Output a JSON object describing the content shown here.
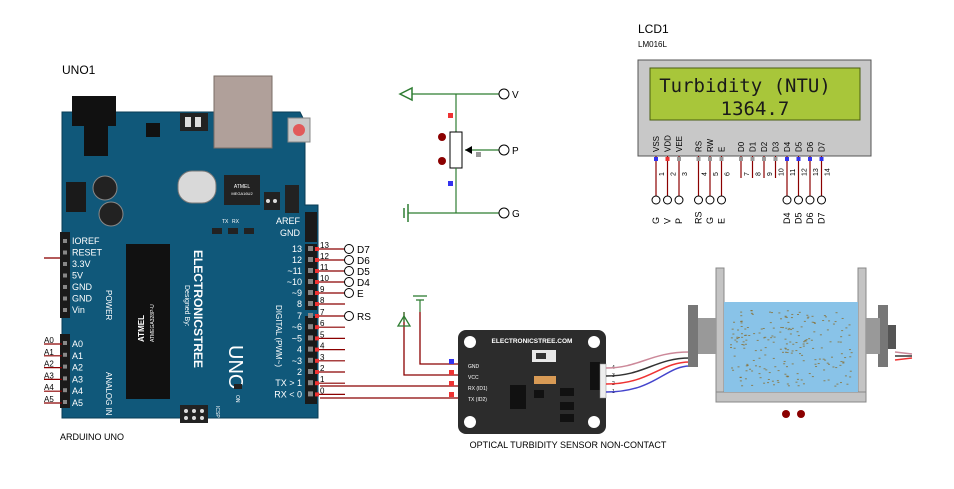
{
  "arduino": {
    "ref": "UNO1",
    "caption": "ARDUINO UNO",
    "designed_by": "Designed By:",
    "brand": "ELECTRONICSTREE",
    "model": "UNO",
    "chip_brand": "ATMEL",
    "chip_part": "ATMEGA328P-U",
    "crystal_brand": "ATMEL",
    "crystal_part": "MEGA16U2",
    "aref": "AREF",
    "gnd": "GND",
    "digital_label": "DIGITAL (PWM~)",
    "power_label": "POWER",
    "analog_label": "ANALOG IN",
    "on_label": "ON",
    "tx_rx": [
      "RX",
      "TX"
    ],
    "icsp": "ICSP",
    "power_pins": [
      "IOREF",
      "RESET",
      "3.3V",
      "5V",
      "GND",
      "GND",
      "Vin"
    ],
    "analog_pins": [
      "A0",
      "A1",
      "A2",
      "A3",
      "A4",
      "A5"
    ],
    "digital_pins": [
      {
        "name": "13",
        "num": "13",
        "net": "D7"
      },
      {
        "name": "12",
        "num": "12",
        "net": "D6"
      },
      {
        "name": "~11",
        "num": "11",
        "net": "D5"
      },
      {
        "name": "~10",
        "num": "10",
        "net": "D4"
      },
      {
        "name": "~9",
        "num": "9",
        "net": "E"
      },
      {
        "name": "8",
        "num": "8",
        "net": ""
      },
      {
        "name": "7",
        "num": "7",
        "net": "RS"
      },
      {
        "name": "~6",
        "num": "6",
        "net": ""
      },
      {
        "name": "~5",
        "num": "5",
        "net": ""
      },
      {
        "name": "4",
        "num": "4",
        "net": ""
      },
      {
        "name": "~3",
        "num": "3",
        "net": ""
      },
      {
        "name": "2",
        "num": "2",
        "net": ""
      },
      {
        "name": "TX > 1",
        "num": "1",
        "net": ""
      },
      {
        "name": "RX < 0",
        "num": "0",
        "net": ""
      }
    ]
  },
  "lcd": {
    "ref": "LCD1",
    "part": "LM016L",
    "line1": "Turbidity (NTU)",
    "line2": "1364.7",
    "pins": [
      {
        "name": "VSS",
        "num": "1",
        "net": "G"
      },
      {
        "name": "VDD",
        "num": "2",
        "net": "V"
      },
      {
        "name": "VEE",
        "num": "3",
        "net": "P"
      },
      {
        "name": "RS",
        "num": "4",
        "net": "RS"
      },
      {
        "name": "RW",
        "num": "5",
        "net": "G"
      },
      {
        "name": "E",
        "num": "6",
        "net": "E"
      },
      {
        "name": "D0",
        "num": "7",
        "net": ""
      },
      {
        "name": "D1",
        "num": "8",
        "net": ""
      },
      {
        "name": "D2",
        "num": "9",
        "net": ""
      },
      {
        "name": "D3",
        "num": "10",
        "net": ""
      },
      {
        "name": "D4",
        "num": "11",
        "net": "D4"
      },
      {
        "name": "D5",
        "num": "12",
        "net": "D5"
      },
      {
        "name": "D6",
        "num": "13",
        "net": "D6"
      },
      {
        "name": "D7",
        "num": "14",
        "net": "D7"
      }
    ]
  },
  "pot": {
    "labels": [
      "V",
      "P",
      "G"
    ]
  },
  "sensor": {
    "brand": "ELECTRONICSTREE.COM",
    "caption": "OPTICAL TURBIDITY SENSOR NON-CONTACT",
    "pins": [
      "GND",
      "VCC",
      "RX (ID1)",
      "TX (ID2)"
    ],
    "pin_nums": [
      "4",
      "3",
      "2",
      "1"
    ]
  },
  "colors": {
    "board": "#10587a",
    "header": "#1a1a1a",
    "wire": "#8b0000",
    "lcd_bezel": "#b8b8b8",
    "lcd_screen": "#a8c63a",
    "water": "#89c3e8"
  }
}
